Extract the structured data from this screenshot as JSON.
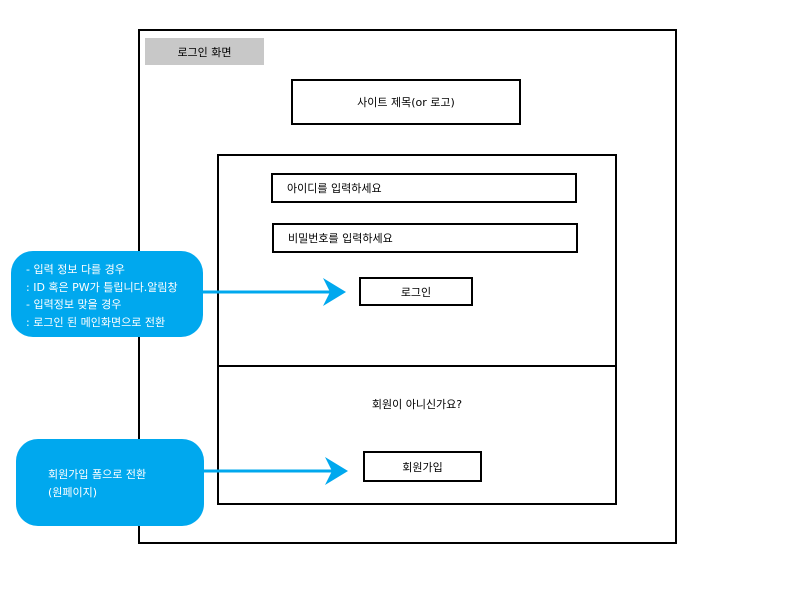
{
  "screen": {
    "tab_label": "로그인 화면",
    "site_title": "사이트 제목(or 로고)"
  },
  "login_form": {
    "id_placeholder": "아이디를 입력하세요",
    "pw_placeholder": "비밀번호를 입력하세요",
    "login_label": "로그인"
  },
  "signup": {
    "question": "회원이 아니신가요?",
    "signup_label": "회원가입"
  },
  "annotations": {
    "login_note": [
      "- 입력 정보 다를 경우",
      " : ID 혹은 PW가 틀립니다.알림창",
      "- 입력정보 맞을 경우",
      " : 로그인 된 메인화면으로 전환"
    ],
    "signup_note": [
      "회원가입 폼으로 전환",
      "(원페이지)"
    ]
  },
  "colors": {
    "callout": "#00a8ee",
    "tab": "#c8c8c8"
  }
}
